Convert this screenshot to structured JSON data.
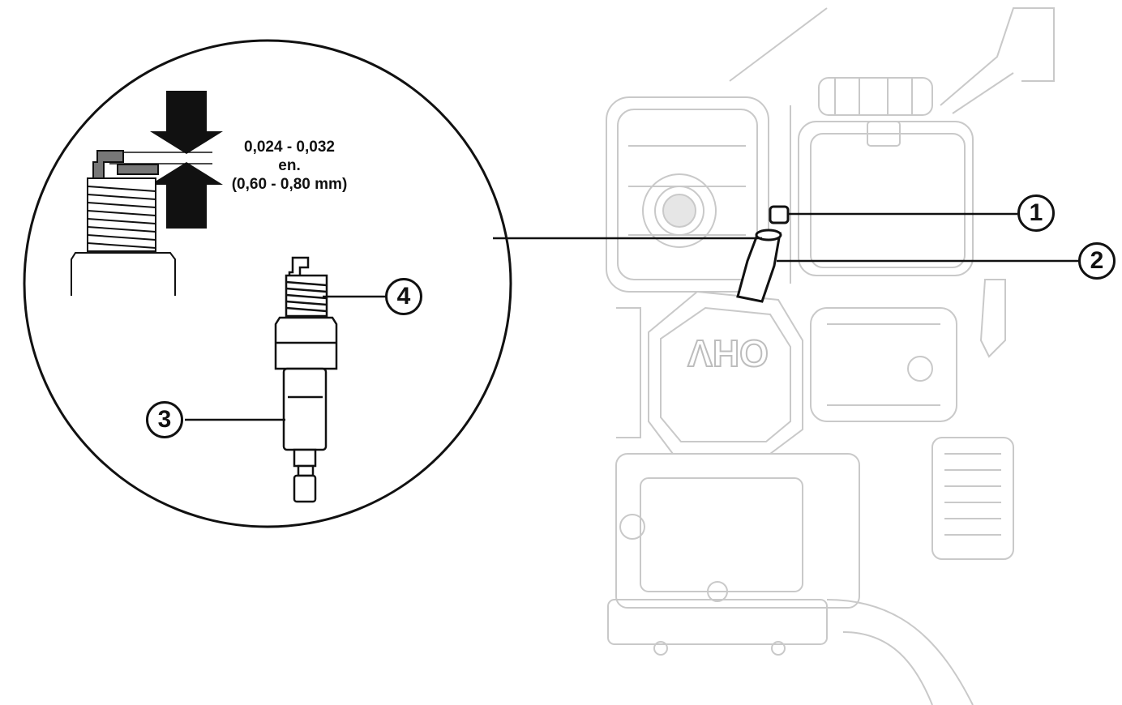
{
  "diagram": {
    "gap_spec": {
      "inches": "0,024 - 0,032",
      "unit_inches": "en.",
      "millimeters": "(0,60 - 0,80 mm)"
    },
    "callouts": [
      {
        "number": "1",
        "part": "spark-plug-terminal"
      },
      {
        "number": "2",
        "part": "spark-plug-wire-boot"
      },
      {
        "number": "3",
        "part": "spark-plug"
      },
      {
        "number": "4",
        "part": "spark-plug-electrode"
      }
    ],
    "engine_label": "OHV",
    "colors": {
      "ink": "#111111",
      "engine_line": "#c9c9c9",
      "gray": "#666666"
    }
  }
}
